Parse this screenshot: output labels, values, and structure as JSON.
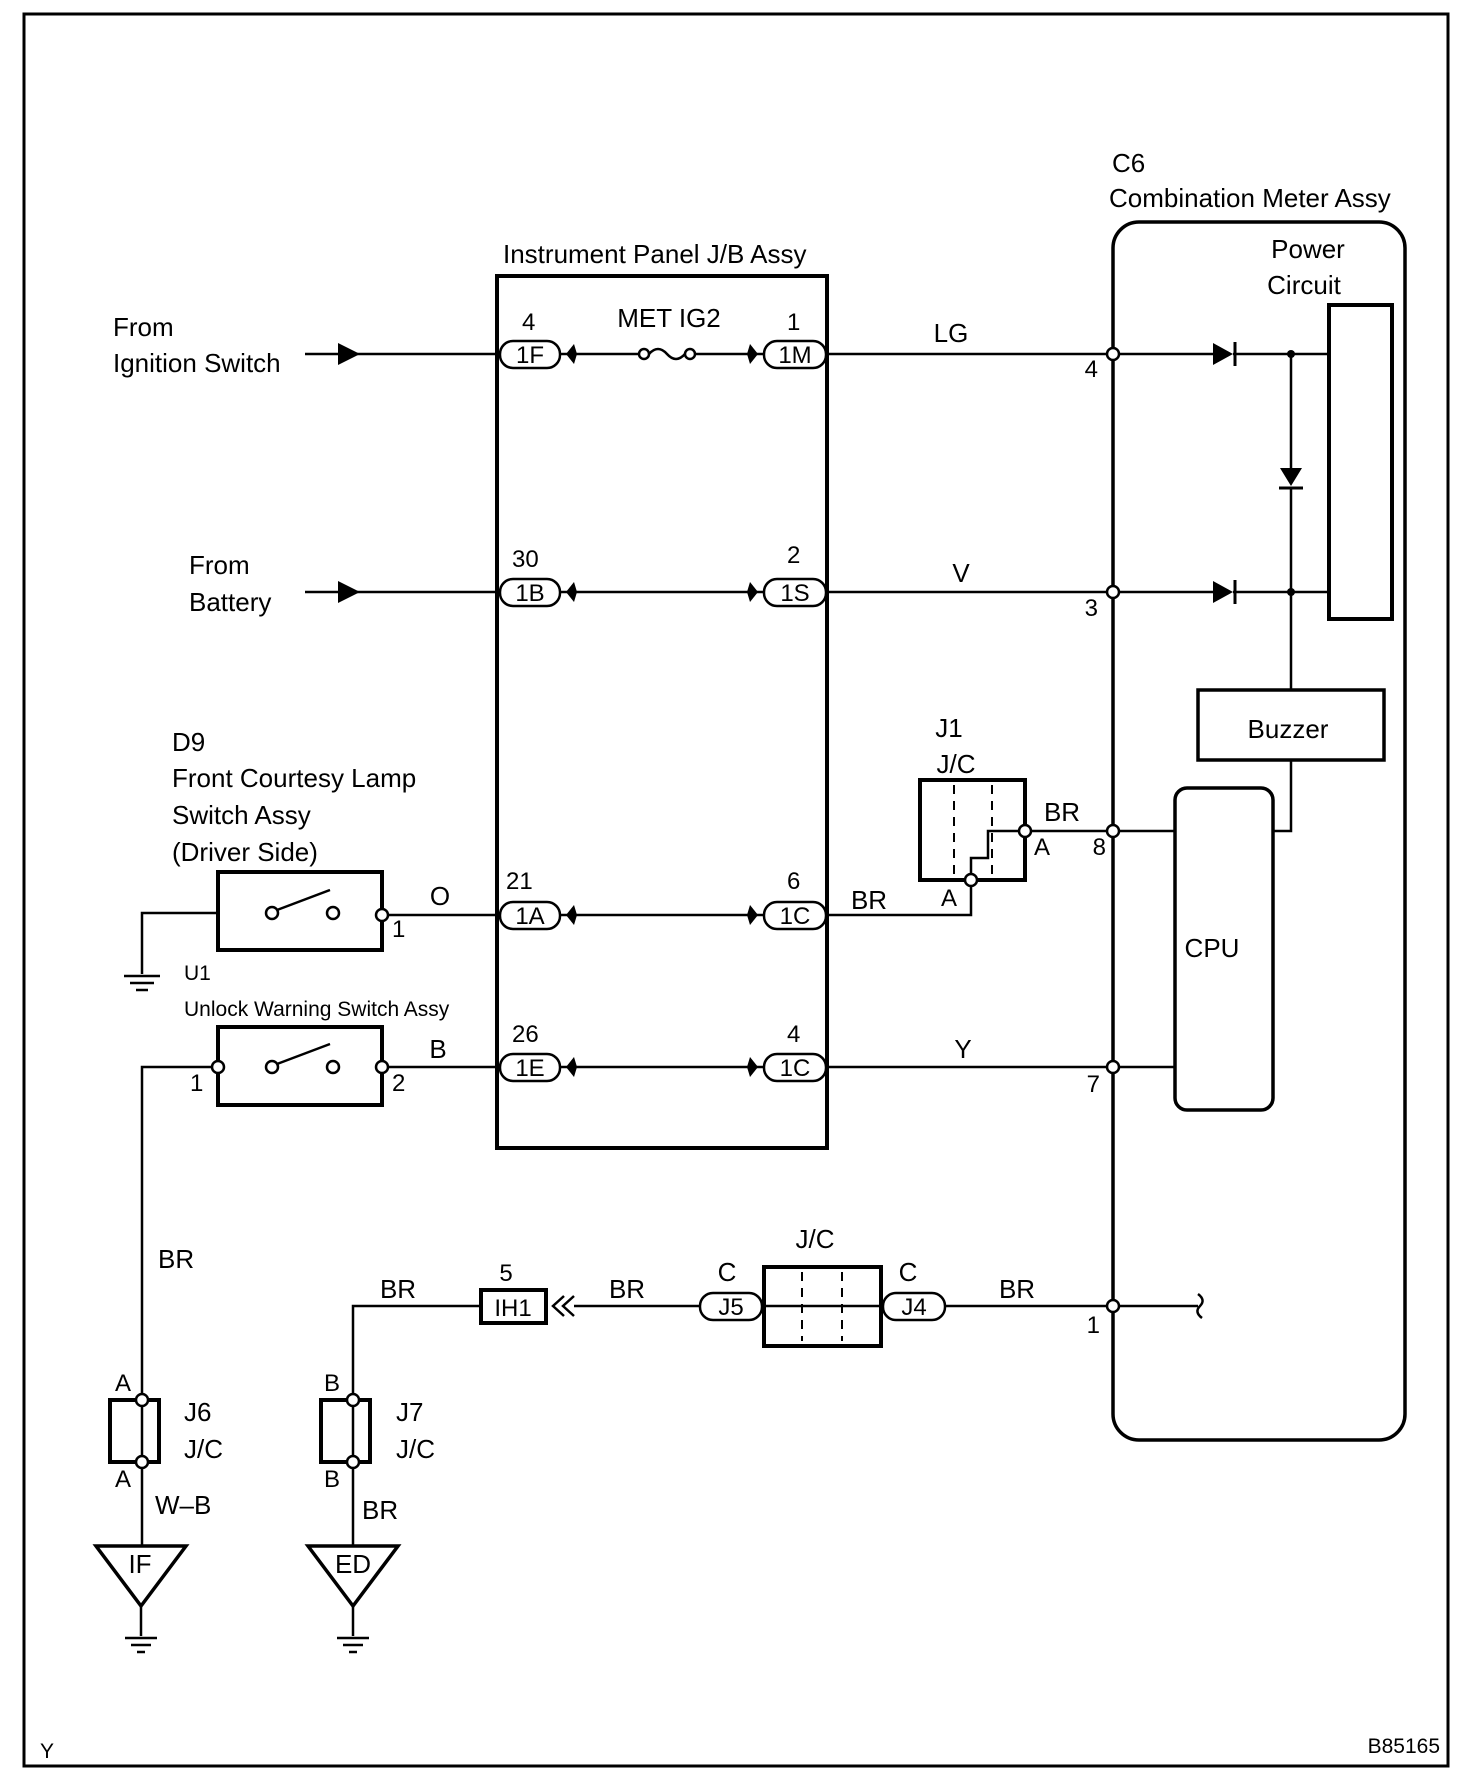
{
  "labels": {
    "c6_id": "C6",
    "c6_name": "Combination Meter Assy",
    "power_circuit_1": "Power",
    "power_circuit_2": "Circuit",
    "buzzer": "Buzzer",
    "cpu": "CPU",
    "jb_name": "Instrument Panel J/B Assy",
    "fuse": "MET IG2",
    "from_ign_1": "From",
    "from_ign_2": "Ignition Switch",
    "from_bat_1": "From",
    "from_bat_2": "Battery",
    "d9_id": "D9",
    "d9_name_1": "Front Courtesy Lamp",
    "d9_name_2": "Switch Assy",
    "d9_name_3": "(Driver Side)",
    "u1_id": "U1",
    "u1_name": "Unlock Warning Switch Assy",
    "j1_id": "J1",
    "jc": "J/C",
    "j6_id": "J6",
    "j7_id": "J7",
    "ground_if": "IF",
    "ground_ed": "ED",
    "corner_left": "Y",
    "corner_right": "B85165"
  },
  "connectors": {
    "c1F": "1F",
    "c1M": "1M",
    "c1B": "1B",
    "c1S": "1S",
    "c1A": "1A",
    "c1C_6": "1C",
    "c1E": "1E",
    "c1C_4": "1C",
    "ih1": "IH1",
    "j5": "J5",
    "j4": "J4"
  },
  "pins": {
    "p1F": "4",
    "p1M": "1",
    "p1B": "30",
    "p1S": "2",
    "p1A": "21",
    "p1C_6": "6",
    "p1E": "26",
    "p1C_4": "4",
    "c6_4": "4",
    "c6_3": "3",
    "c6_8": "8",
    "c6_7": "7",
    "c6_1": "1",
    "d9_1": "1",
    "u1_1": "1",
    "u1_2": "2",
    "ih1": "5",
    "j5": "C",
    "j4": "C",
    "j1_a_top": "A",
    "j1_a_bot": "A",
    "j6_top": "A",
    "j6_bot": "A",
    "j7_top": "B",
    "j7_bot": "B"
  },
  "wires": {
    "lg": "LG",
    "v": "V",
    "br": "BR",
    "o": "O",
    "b": "B",
    "y": "Y",
    "wb": "W–B"
  }
}
